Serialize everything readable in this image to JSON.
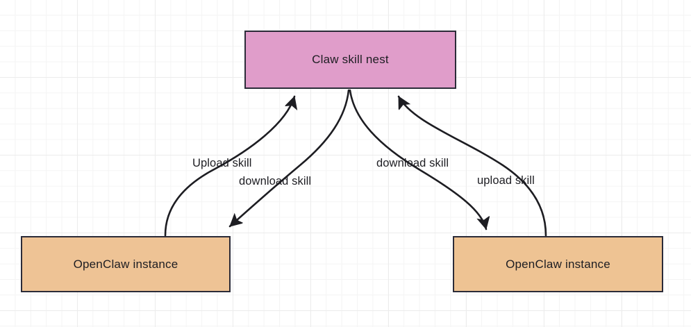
{
  "diagram": {
    "title": "Claw skill nest",
    "background": {
      "color": "#ffffff",
      "grid_minor_color": "#f4f4f4",
      "grid_major_color": "#ececec"
    },
    "nodes": [
      {
        "id": "skill-nest",
        "label": "Claw skill nest",
        "fill": "#e09dca",
        "stroke": "#2b2b38"
      },
      {
        "id": "instance-left",
        "label": "OpenClaw instance",
        "fill": "#eec395",
        "stroke": "#2b2b38"
      },
      {
        "id": "instance-right",
        "label": "OpenClaw instance",
        "fill": "#eec393",
        "stroke": "#2b2b38"
      }
    ],
    "edges": [
      {
        "id": "left-upload",
        "label": "Upload skill",
        "from": "instance-left",
        "to": "skill-nest",
        "direction": "up"
      },
      {
        "id": "left-download",
        "label": "download skill",
        "from": "skill-nest",
        "to": "instance-left",
        "direction": "down"
      },
      {
        "id": "right-download",
        "label": "download skill",
        "from": "skill-nest",
        "to": "instance-right",
        "direction": "down"
      },
      {
        "id": "right-upload",
        "label": "upload skill",
        "from": "instance-right",
        "to": "skill-nest",
        "direction": "up"
      }
    ],
    "edge_stroke": "#1d1d22"
  }
}
